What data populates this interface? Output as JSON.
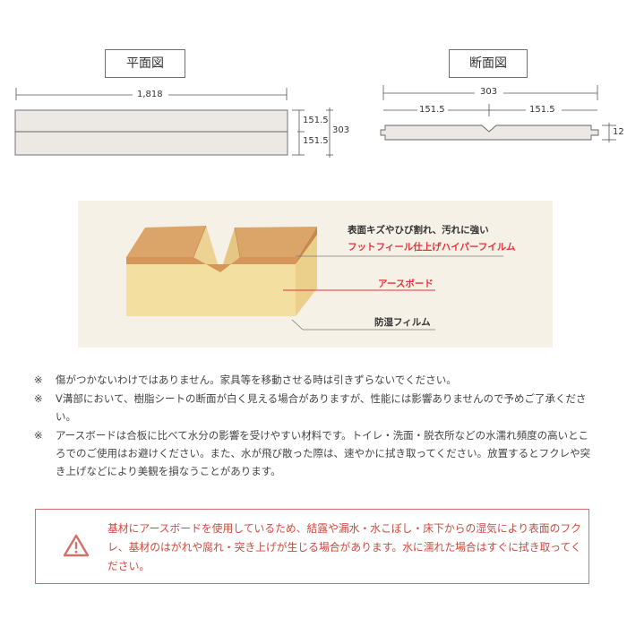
{
  "plan": {
    "title": "平面図",
    "length": "1,818",
    "half1": "151.5",
    "half2": "151.5",
    "width": "303"
  },
  "section": {
    "title": "断面図",
    "width": "303",
    "half1": "151.5",
    "half2": "151.5",
    "thickness": "12"
  },
  "layers": {
    "top_label": "表面キズやひび割れ、汚れに強い",
    "top_sub": "フットフィール仕上げハイパーフイルム",
    "middle_label": "アースボード",
    "bottom_label": "防湿フィルム"
  },
  "notes": [
    {
      "mark": "※",
      "text": "傷がつかないわけではありません。家具等を移動させる時は引きずらないでください。"
    },
    {
      "mark": "※",
      "text": "V溝部において、樹脂シートの断面が白く見える場合がありますが、性能には影響ありませんので予めご了承ください。"
    },
    {
      "mark": "※",
      "text": "アースボードは合板に比べて水分の影響を受けやすい材料です。トイレ・洗面・脱衣所などの水濡れ頻度の高いところでのご使用はお避けください。また、水が飛び散った際は、速やかに拭き取ってください。放置するとフクレや突き上げなどにより美観を損なうことがあります。"
    }
  ],
  "warning": {
    "icon": "warning-triangle-icon",
    "text": "基材にアースボードを使用しているため、結露や漏水・水こぼし・床下からの湿気により表面のフクレ、基材のはがれや腐れ・突き上げが生じる場合があります。水に濡れた場合はすぐに拭き取ってください。"
  },
  "colors": {
    "board_fill": "#ece8e4",
    "diagram_bg": "#f6f1e7",
    "surface": "#d9a366",
    "core": "#f2dfa0",
    "accent_red": "#e8323a",
    "warning": "#d4706a"
  }
}
